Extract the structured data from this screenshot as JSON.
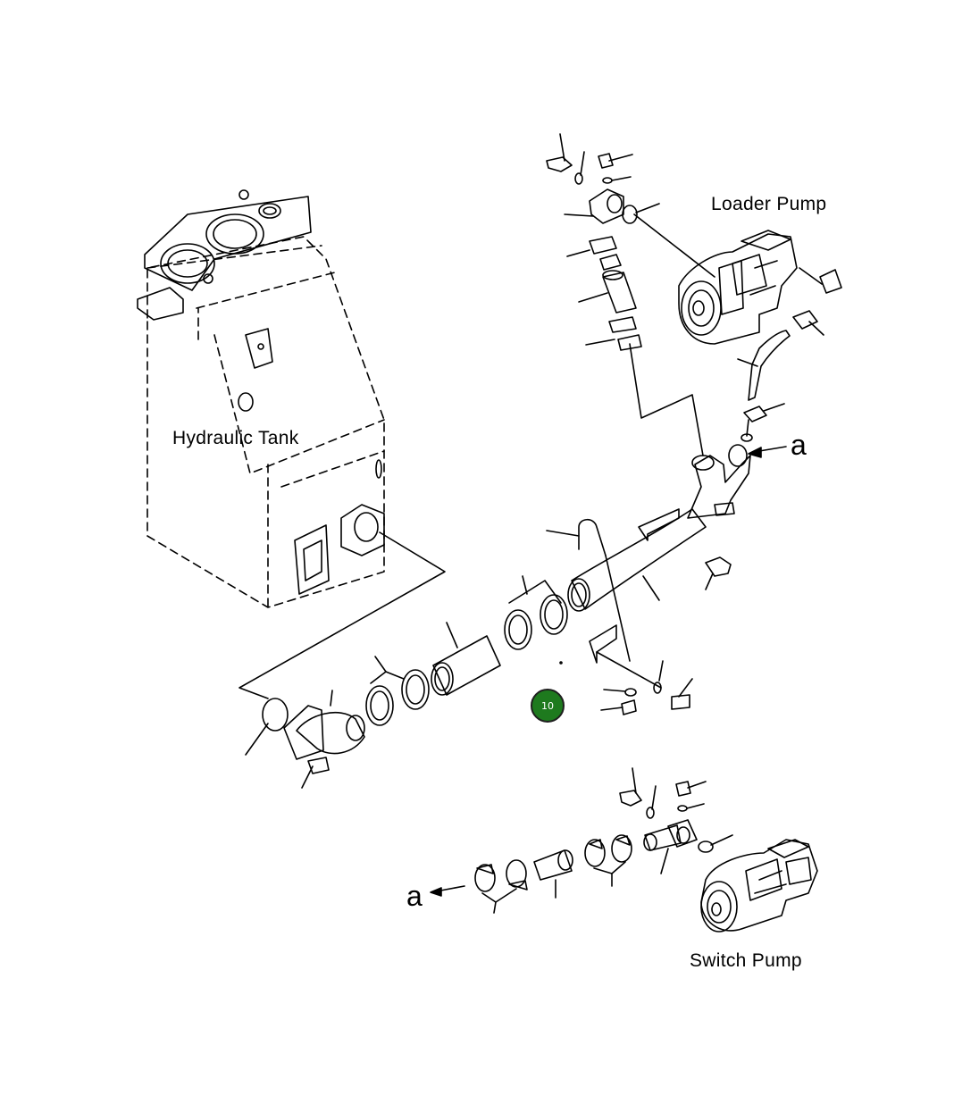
{
  "labels": {
    "hydraulic_tank": "Hydraulic Tank",
    "loader_pump": "Loader Pump",
    "switch_pump": "Switch Pump",
    "connection_a_upper": "a",
    "connection_a_lower": "a"
  },
  "callouts": [
    {
      "number": "10",
      "fill": "#1e7a1e"
    }
  ],
  "colors": {
    "line": "#000000",
    "background": "#ffffff"
  }
}
